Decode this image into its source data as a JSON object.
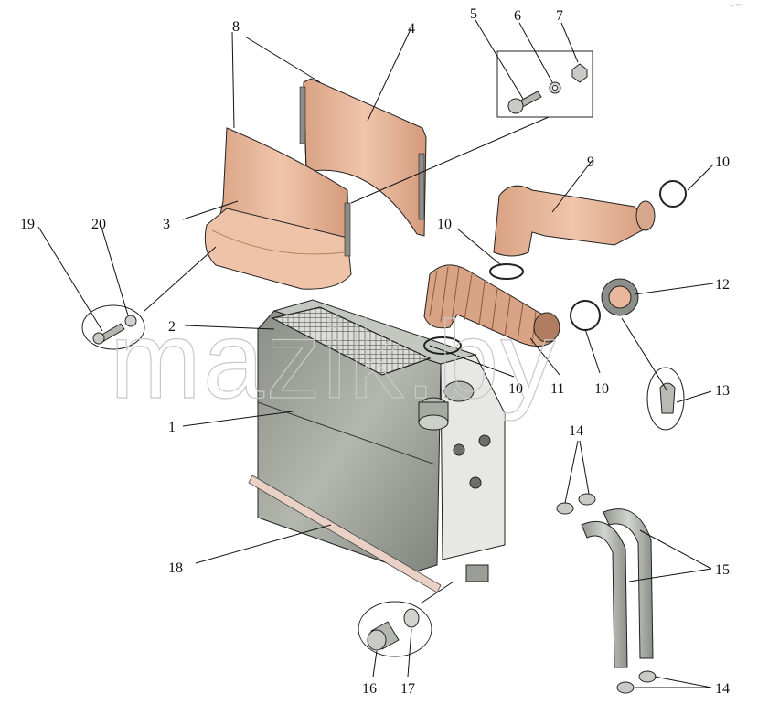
{
  "watermark": "mazik.by",
  "corner_mark": "ᵖʳ ⁰⁰⁰⁰",
  "callouts": {
    "c1": "1",
    "c2": "2",
    "c3": "3",
    "c4": "4",
    "c5": "5",
    "c6": "6",
    "c7": "7",
    "c8": "8",
    "c9": "9",
    "c10a": "10",
    "c10b": "10",
    "c10c": "10",
    "c10d": "10",
    "c11": "11",
    "c12": "12",
    "c13": "13",
    "c14a": "14",
    "c14b": "14",
    "c15": "15",
    "c16": "16",
    "c17": "17",
    "c18": "18",
    "c19": "19",
    "c20": "20"
  },
  "colors": {
    "casing": "#e9b79b",
    "housing": "#9ea39a",
    "metal": "#c9cac6",
    "pipe": "#aeb3ac",
    "line": "#222222"
  }
}
